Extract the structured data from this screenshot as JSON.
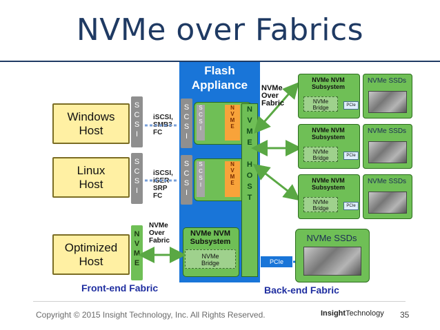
{
  "title": "NVMe over Fabrics",
  "footer": {
    "copyright": "Copyright © 2015 Insight Technology, Inc. All Rights Reserved.",
    "page_number": "35",
    "logo_bold": "Insight",
    "logo_rest": "Technology"
  },
  "hosts": [
    {
      "label": "Windows\nHost",
      "adapter": "S\nC\nS\nI",
      "protocols": "iSCSI,\nSMB3\nFC"
    },
    {
      "label": "Linux\nHost",
      "adapter": "S\nC\nS\nI",
      "protocols": "iSCSI,\niSER\nSRP\nFC"
    },
    {
      "label": "Optimized\nHost",
      "adapter": "N\nV\nM\nE",
      "protocols": "NVMe\nOver\nFabric"
    }
  ],
  "flash": {
    "title": "Flash\nAppliance",
    "scsi_label": "S\nC\nS\nI",
    "inner_scsi": "S\nC\nS\nI",
    "inner_nvme": "N\nV\nM\nE",
    "host_strip": "N\nV\nM\nE\n\nH\nO\nS\nT",
    "subsystem": "NVMe NVM\nSubsystem",
    "bridge": "NVMe\nBridge"
  },
  "fabric_labels": {
    "front": "Front-end Fabric",
    "back": "Back-end Fabric"
  },
  "backend_protocol": "NVMe\nOver\nFabric",
  "pcie": "PCIe",
  "subsystems": [
    {
      "title": "NVMe NVM\nSubsystem",
      "bridge": "NVMe\nBridge",
      "pcie": "PCIe",
      "ssd": "NVMe SSDs"
    },
    {
      "title": "NVMe NVM\nSubsystem",
      "bridge": "NVMe\nBridge",
      "pcie": "PCIe",
      "ssd": "NVMe SSDs"
    },
    {
      "title": "NVMe NVM\nSubsystem",
      "bridge": "NVMe\nBridge",
      "pcie": "PCIe",
      "ssd": "NVMe SSDs"
    }
  ],
  "big_ssd": "NVMe SSDs",
  "colors": {
    "title": "#1f3a63",
    "appliance": "#1975d8",
    "green": "#6fbf56",
    "host_fill": "#fff0a3",
    "fabric_text": "#1f2ea0"
  }
}
